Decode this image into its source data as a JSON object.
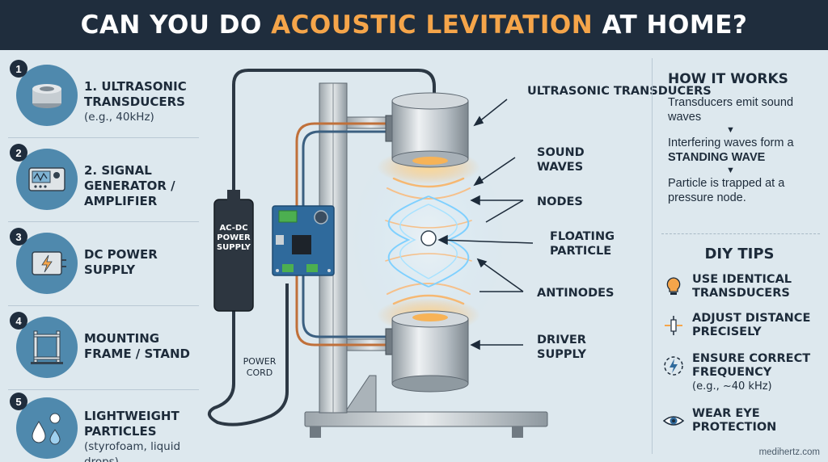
{
  "header": {
    "title_pre": "CAN YOU DO ",
    "title_accent": "ACOUSTIC LEVITATION",
    "title_post": " AT HOME?",
    "accent_color": "#f5a54a",
    "bg_color": "#1f2d3d"
  },
  "components": [
    {
      "num": "1",
      "label": "1. ULTRASONIC TRANSDUCERS",
      "sub": "(e.g., 40kHz)",
      "icon": "transducer-icon"
    },
    {
      "num": "2",
      "label": "2. SIGNAL GENERATOR / AMPLIFIER",
      "sub": "",
      "icon": "signal-generator-icon"
    },
    {
      "num": "3",
      "label": "DC POWER SUPPLY",
      "sub": "",
      "icon": "power-supply-icon"
    },
    {
      "num": "4",
      "label": "MOUNTING FRAME / STAND",
      "sub": "",
      "icon": "frame-icon"
    },
    {
      "num": "5",
      "label": "LIGHTWEIGHT PARTICLES",
      "sub": "(styrofoam, liquid drops)",
      "icon": "droplets-icon"
    }
  ],
  "diagram": {
    "adapter_label": "AC-DC POWER SUPPLY",
    "cord_label": "POWER CORD",
    "callouts": {
      "transducers": "ULTRASONIC TRANSDUCERS",
      "sound_waves": "SOUND WAVES",
      "nodes": "NODES",
      "particle": "FLOATING PARTICLE",
      "antinodes": "ANTINODES",
      "driver": "DRIVER SUPPLY"
    }
  },
  "how_it_works": {
    "title": "HOW IT WORKS",
    "step1": "Transducers emit sound waves",
    "step2_pre": "Interfering waves form a ",
    "step2_bold": "STANDING WAVE",
    "step3": "Particle is trapped at a pressure node.",
    "arrow": "▼"
  },
  "tips": {
    "title": "DIY TIPS",
    "items": [
      {
        "label": "USE IDENTICAL TRANSDUCERS",
        "sub": "",
        "icon": "lightbulb-icon"
      },
      {
        "label": "ADJUST DISTANCE PRECISELY",
        "sub": "",
        "icon": "ruler-icon"
      },
      {
        "label": "ENSURE CORRECT FREQUENCY",
        "sub": "(e.g., ~40 kHz)",
        "icon": "frequency-icon"
      },
      {
        "label": "WEAR EYE PROTECTION",
        "sub": "",
        "icon": "eye-icon"
      }
    ]
  },
  "watermark": "medihertz.com"
}
